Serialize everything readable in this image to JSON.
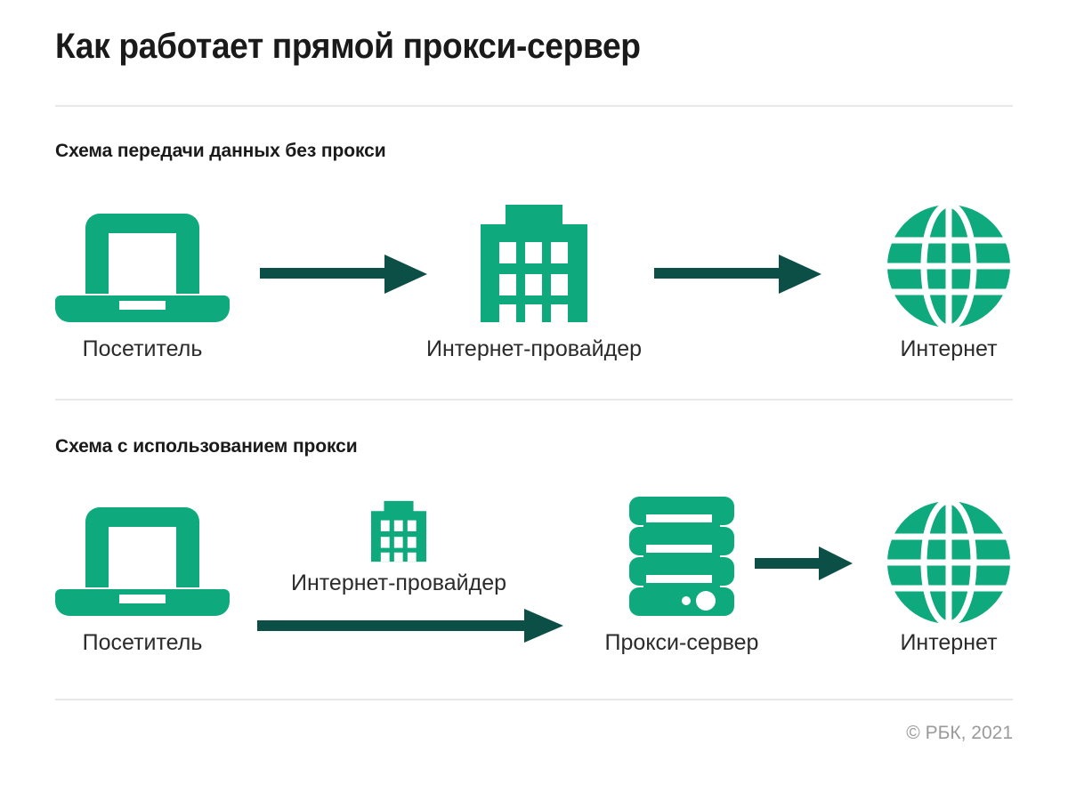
{
  "colors": {
    "brand_green": "#0EA97C",
    "arrow_dark": "#0B4F46",
    "title_text": "#1a1a1a",
    "label_text": "#2b2b2b",
    "divider": "#e6e8e9",
    "credit_text": "#9a9a9a",
    "background": "#ffffff"
  },
  "header": {
    "title": "Как работает прямой прокси-сервер"
  },
  "sections": [
    {
      "heading": "Схема передачи данных без прокси",
      "nodes": [
        {
          "label": "Посетитель",
          "icon": "laptop-icon"
        },
        {
          "label": "Интернет-провайдер",
          "icon": "building-icon"
        },
        {
          "label": "Интернет",
          "icon": "globe-icon"
        }
      ],
      "arrows": [
        {
          "name": "arrow-visitor-to-isp",
          "direction": "right"
        },
        {
          "name": "arrow-isp-to-internet",
          "direction": "right"
        }
      ]
    },
    {
      "heading": "Схема с использованием прокси",
      "nodes": [
        {
          "label": "Посетитель",
          "icon": "laptop-icon"
        },
        {
          "label": "Интернет-провайдер",
          "icon": "building-icon-small"
        },
        {
          "label": "Прокси-сервер",
          "icon": "server-icon"
        },
        {
          "label": "Интернет",
          "icon": "globe-icon"
        }
      ],
      "arrows": [
        {
          "name": "arrow-visitor-to-proxy",
          "direction": "right"
        },
        {
          "name": "arrow-proxy-to-internet",
          "direction": "right"
        }
      ]
    }
  ],
  "footer": {
    "credit": "© РБК, 2021"
  }
}
